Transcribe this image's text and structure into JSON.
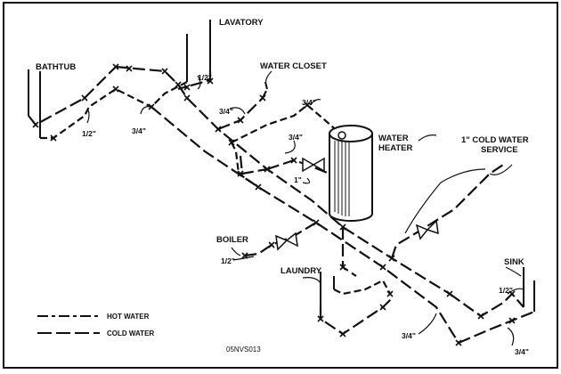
{
  "labels": {
    "lavatory": "LAVATORY",
    "bathtub": "BATHTUB",
    "water_closet": "WATER CLOSET",
    "water_heater_1": "WATER",
    "water_heater_2": "HEATER",
    "cold_service_1": "1\" COLD WATER",
    "cold_service_2": "SERVICE",
    "boiler": "BOILER",
    "laundry": "LAUNDRY",
    "sink": "SINK"
  },
  "sizes": {
    "half_lav": "1/2\"",
    "threequarter_wc": "3/4\"",
    "threequarter_heater": "3/4\"",
    "half_tub": "1/2\"",
    "threequarter_tub": "3/4\"",
    "threequarter_heater2": "3/4\"",
    "one_inch": "1\"",
    "half_boiler": "1/2\"",
    "half_sink": "1/2\"",
    "threequarter_laundry": "3/4\"",
    "threequarter_sink": "3/4\""
  },
  "legend": {
    "hot": "HOT WATER",
    "cold": "COLD WATER"
  },
  "figure_id": "05NVS013"
}
